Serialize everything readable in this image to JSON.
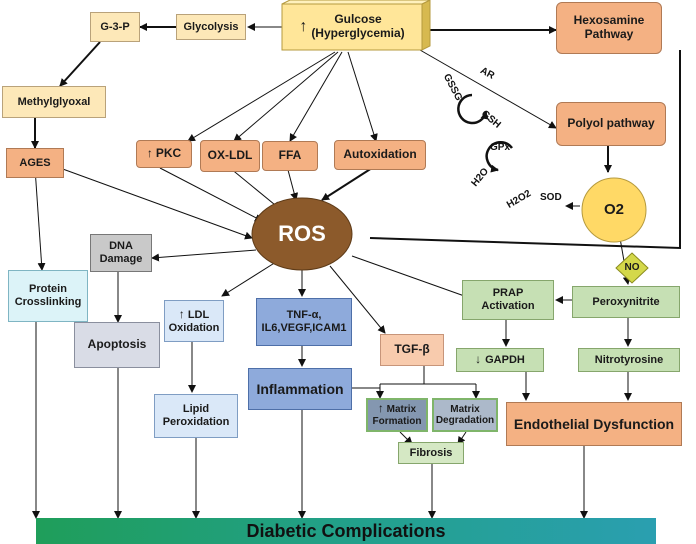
{
  "nodes": {
    "glucose_arrow": "↑",
    "glucose_line1": "Gulcose",
    "glucose_line2": "(Hyperglycemia)",
    "glycolysis": "Glycolysis",
    "g3p": "G-3-P",
    "methylglyoxal": "Methylglyoxal",
    "ages": "AGES",
    "hexosamine_line1": "Hexosamine",
    "hexosamine_line2": "Pathway",
    "polyol": "Polyol pathway",
    "o2": "O2",
    "pkc_arrow": "↑",
    "pkc": "PKC",
    "oxldl": "OX-LDL",
    "ffa": "FFA",
    "autoxidation": "Autoxidation",
    "ros": "ROS",
    "dna_line1": "DNA",
    "dna_line2": "Damage",
    "protein_line1": "Protein",
    "protein_line2": "Crosslinking",
    "apoptosis": "Apoptosis",
    "ldl_arrow": "↑",
    "ldl_line1": "LDL",
    "ldl_line2": "Oxidation",
    "lipid_line1": "Lipid",
    "lipid_line2": "Peroxidation",
    "tnf_line1": "TNF-α,",
    "tnf_line2": "IL6,VEGF,ICAM1",
    "inflammation": "Inflammation",
    "tgf": "TGF-β",
    "matrix_formation_arrow": "↑",
    "matrix_formation_line1": "Matrix",
    "matrix_formation_line2": "Formation",
    "matrix_degradation_line1": "Matrix",
    "matrix_degradation_line2": "Degradation",
    "fibrosis": "Fibrosis",
    "prap_line1": "PRAP",
    "prap_line2": "Activation",
    "gapdh_arrow": "↓",
    "gapdh": "GAPDH",
    "peroxynitrite": "Peroxynitrite",
    "no": "NO",
    "nitrotyrosine": "Nitrotyrosine",
    "endothelial": "Endothelial Dysfunction",
    "diabetic": "Diabetic Complications"
  },
  "labels": {
    "ar": "AR",
    "gssg": "GSSG",
    "gsh": "GSH",
    "gpx": "GPx",
    "h2o": "H2O",
    "h2o2": "H2O2",
    "sod": "SOD"
  },
  "colors": {
    "orange": "#f4b183",
    "ros_brown": "#8c5a2b",
    "o2_yellow": "#ffd966",
    "green": "#c6e0b4",
    "steel_blue": "#8eaadb",
    "bar_teal": "#1aa68a"
  }
}
